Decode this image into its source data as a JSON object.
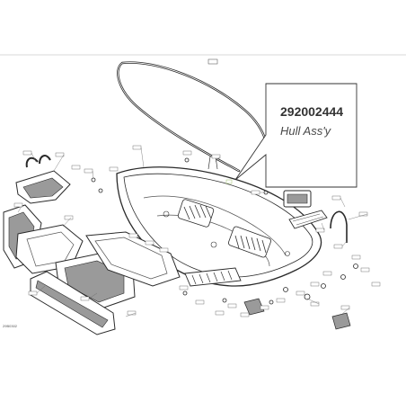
{
  "callout": {
    "part_number": "292002444",
    "description": "Hull Ass'y"
  },
  "drawing_code": "29B0302",
  "colors": {
    "line": "#2a2a2a",
    "frame": "#cccccc",
    "shade": "#9a9a9a",
    "text_dark": "#333333",
    "text_italic": "#4a4a4a"
  }
}
